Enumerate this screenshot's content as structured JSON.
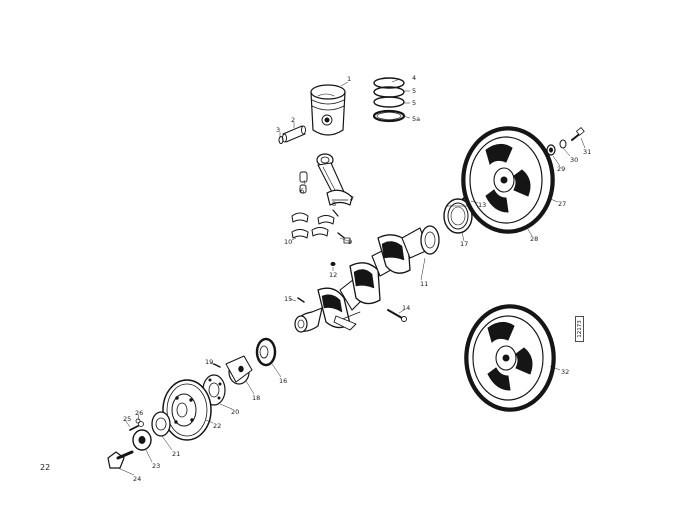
{
  "page_number": "22",
  "stamp_text": "12173",
  "callouts": [
    {
      "id": "p1",
      "label": "1"
    },
    {
      "id": "p2",
      "label": "2"
    },
    {
      "id": "p3",
      "label": "3"
    },
    {
      "id": "p4",
      "label": "4"
    },
    {
      "id": "p5",
      "label": "5"
    },
    {
      "id": "p5b",
      "label": "5"
    },
    {
      "id": "p5a",
      "label": "5a"
    },
    {
      "id": "p6",
      "label": "6"
    },
    {
      "id": "p7",
      "label": "7"
    },
    {
      "id": "p8",
      "label": "8"
    },
    {
      "id": "p9",
      "label": "9"
    },
    {
      "id": "p10",
      "label": "10"
    },
    {
      "id": "p11",
      "label": "11"
    },
    {
      "id": "p12",
      "label": "12"
    },
    {
      "id": "p13",
      "label": "13"
    },
    {
      "id": "p14",
      "label": "14"
    },
    {
      "id": "p15",
      "label": "15"
    },
    {
      "id": "p16",
      "label": "16"
    },
    {
      "id": "p17",
      "label": "17"
    },
    {
      "id": "p18",
      "label": "18"
    },
    {
      "id": "p19",
      "label": "19"
    },
    {
      "id": "p20",
      "label": "20"
    },
    {
      "id": "p21",
      "label": "21"
    },
    {
      "id": "p22",
      "label": "22"
    },
    {
      "id": "p23",
      "label": "23"
    },
    {
      "id": "p24",
      "label": "24"
    },
    {
      "id": "p25",
      "label": "25"
    },
    {
      "id": "p26",
      "label": "26"
    },
    {
      "id": "p27",
      "label": "27"
    },
    {
      "id": "p28",
      "label": "28"
    },
    {
      "id": "p29",
      "label": "29"
    },
    {
      "id": "p30",
      "label": "30"
    },
    {
      "id": "p31",
      "label": "31"
    },
    {
      "id": "p32",
      "label": "32"
    }
  ]
}
